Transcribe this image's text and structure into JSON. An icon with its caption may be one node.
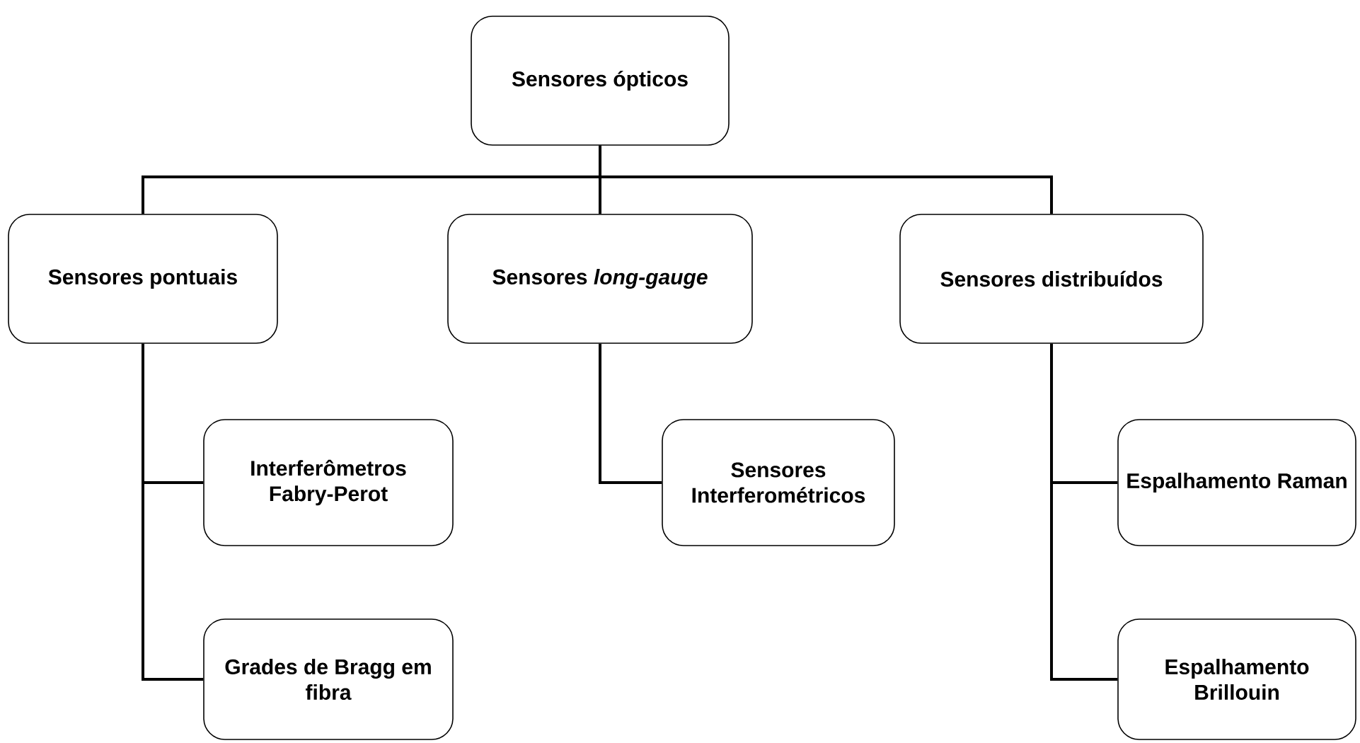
{
  "diagram": {
    "nodes": [
      {
        "text": [
          "Sensores ópticos"
        ]
      },
      {
        "text": [
          "Sensores pontuais"
        ]
      },
      {
        "text": [
          "Sensores *long-gauge*"
        ]
      },
      {
        "text": [
          "Sensores distribuídos"
        ]
      },
      {
        "text": [
          "Interferômetros Fabry-Perot"
        ]
      },
      {
        "text": [
          "Grades de Bragg em fibra"
        ]
      },
      {
        "text": [
          "Sensores Interferométricos"
        ]
      },
      {
        "text": [
          "Espalhamento Raman"
        ]
      },
      {
        "text": [
          "Espalhamento Brillouin"
        ]
      }
    ],
    "edges": [
      {
        "from": 0,
        "to": 1,
        "arrow": "none"
      },
      {
        "from": 0,
        "to": 2,
        "arrow": "none"
      },
      {
        "from": 0,
        "to": 3,
        "arrow": "none"
      },
      {
        "from": 1,
        "to": 4,
        "arrow": "none"
      },
      {
        "from": 1,
        "to": 5,
        "arrow": "none"
      },
      {
        "from": 2,
        "to": 6,
        "arrow": "none"
      },
      {
        "from": 3,
        "to": 7,
        "arrow": "none"
      },
      {
        "from": 3,
        "to": 8,
        "arrow": "none"
      }
    ]
  }
}
